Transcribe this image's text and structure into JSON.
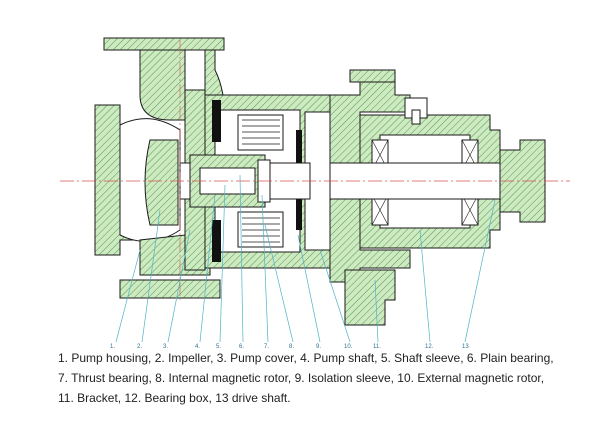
{
  "diagram": {
    "callouts": [
      "1.",
      "2.",
      "3.",
      "4.",
      "5.",
      "6.",
      "7.",
      "8.",
      "9.",
      "10.",
      "11.",
      "12.",
      "13"
    ],
    "colors": {
      "outline": "#1a1a1a",
      "section_fill": "#cfe9c2",
      "hatch": "#4aa14a",
      "leader": "#4fb3c9",
      "centerline": "#d9534f",
      "magnet": "#111111",
      "callout_text": "#2f6f8f"
    }
  },
  "caption": {
    "line1": "1. Pump housing, 2. Impeller, 3. Pump cover, 4. Pump shaft, 5. Shaft sleeve, 6. Plain bearing,",
    "line2": "7. Thrust bearing, 8. Internal magnetic rotor, 9. Isolation sleeve, 10. External magnetic rotor,",
    "line3": "11. Bracket, 12. Bearing box, 13 drive shaft."
  }
}
